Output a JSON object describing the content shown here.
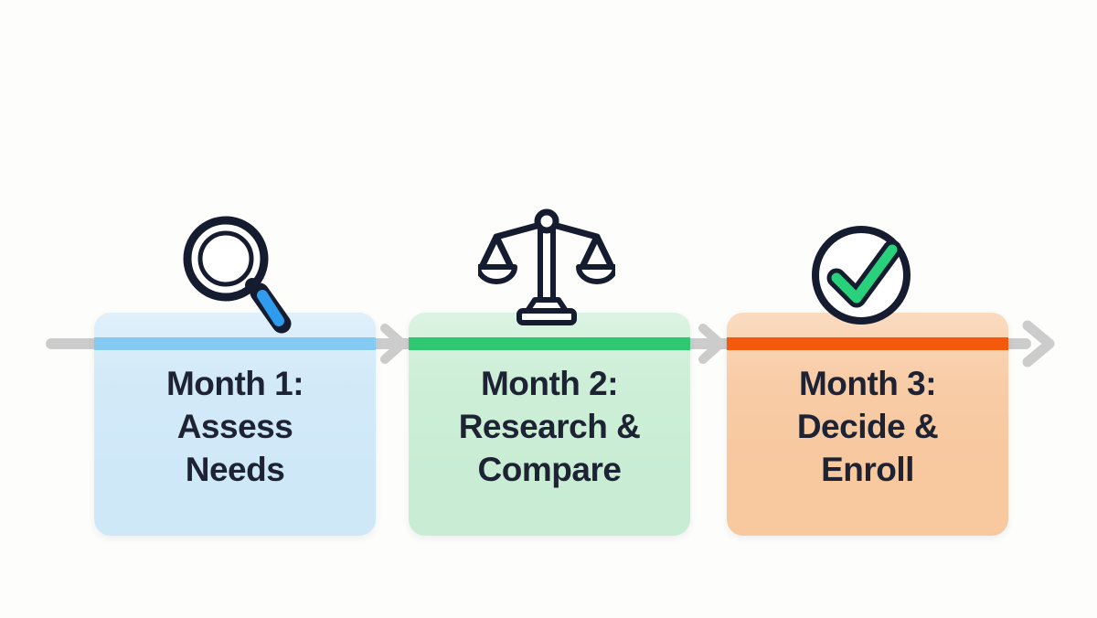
{
  "canvas": {
    "background": "#fdfdfb"
  },
  "timeline": {
    "line_color": "#cccccc",
    "text_color": "#1d2333",
    "steps": [
      {
        "title": "Month 1:\nAssess\nNeeds",
        "icon": "magnifier-icon",
        "card_fill": "#cfe8f8",
        "stripe_color": "#85caf2"
      },
      {
        "title": "Month 2:\nResearch &\nCompare",
        "icon": "scale-icon",
        "card_fill": "#c9edd4",
        "stripe_color": "#2ec873"
      },
      {
        "title": "Month 3:\nDecide &\nEnroll",
        "icon": "check-circle-icon",
        "card_fill": "#f8c89f",
        "stripe_color": "#f55a0c"
      }
    ]
  },
  "icons": {
    "outline_color": "#151c30",
    "icon_fill": "#ffffff",
    "magnifier_handle_color": "#2f9ced",
    "check_color": "#29d17c"
  }
}
